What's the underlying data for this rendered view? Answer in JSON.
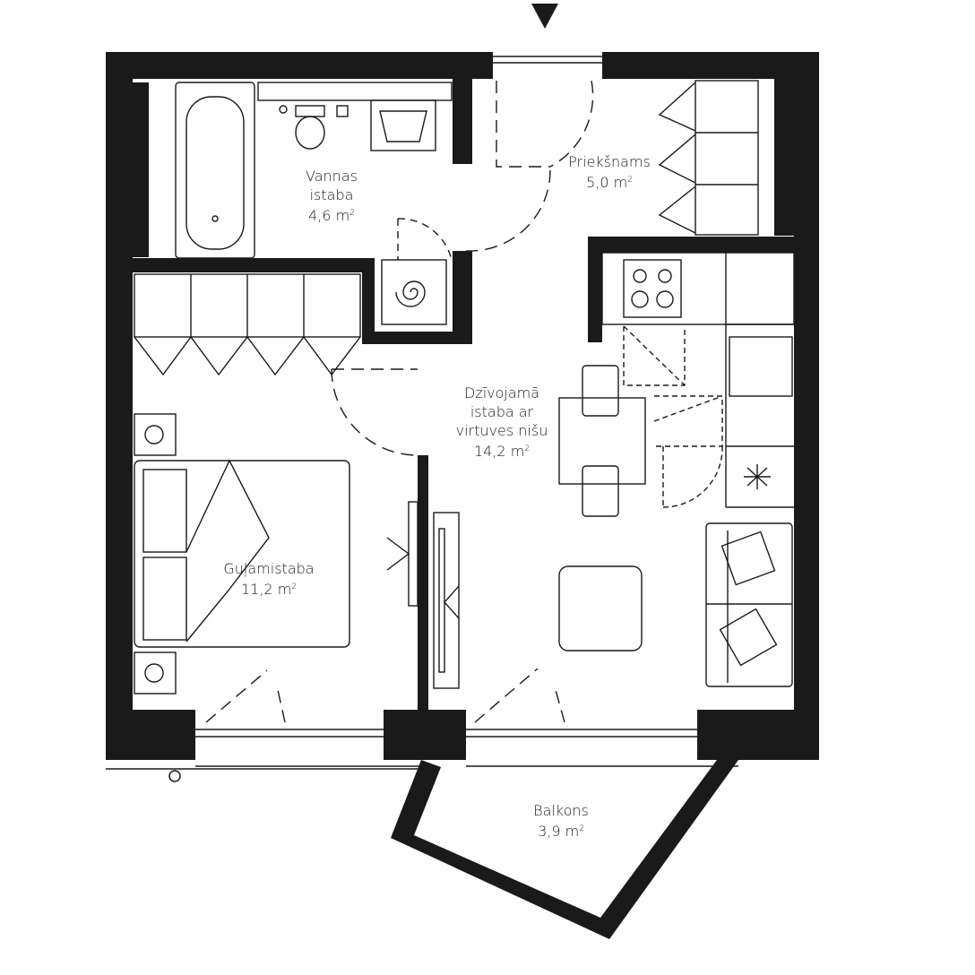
{
  "plan": {
    "entrance_marker": "▼",
    "colors": {
      "wall": "#1a1a1a",
      "line": "#1a1a1a",
      "background": "#ffffff"
    },
    "rooms": [
      {
        "id": "bathroom",
        "name_line1": "Vannas",
        "name_line2": "istaba",
        "area": "4,6 m",
        "unit_sup": "2"
      },
      {
        "id": "hall",
        "name_line1": "Priekšnams",
        "area": "5,0 m",
        "unit_sup": "2"
      },
      {
        "id": "living",
        "name_line1": "Dzīvojamā",
        "name_line2": "istaba ar",
        "name_line3": "virtuves nišu",
        "area": "14,2 m",
        "unit_sup": "2"
      },
      {
        "id": "bedroom",
        "name_line1": "Guļamistaba",
        "area": "11,2 m",
        "unit_sup": "2"
      },
      {
        "id": "balcony",
        "name_line1": "Balkons",
        "area": "3,9 m",
        "unit_sup": "2"
      }
    ]
  }
}
